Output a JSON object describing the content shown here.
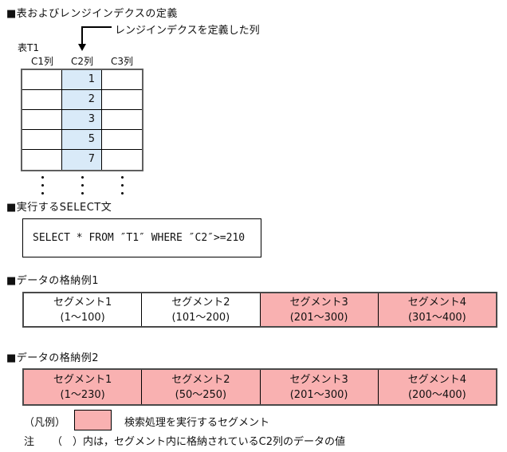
{
  "colors": {
    "highlight_blue": "#d9eaf8",
    "highlight_pink": "#f9b1b1",
    "border_dark": "#000000",
    "border_gray": "#5f5f5f"
  },
  "icons": {
    "range_index_arrow": "down-arrow",
    "column_ellipsis": "vertical-ellipsis"
  },
  "definition_section": {
    "heading": "■表およびレンジインデクスの定義",
    "arrow_label": "レンジインデクスを定義した列",
    "table_title": "表T1",
    "column_headers": [
      "C1列",
      "C2列",
      "C3列"
    ],
    "c2_values": [
      "1",
      "2",
      "3",
      "5",
      "7"
    ]
  },
  "select_section": {
    "heading": "■実行するSELECT文",
    "sql": "SELECT * FROM ″T1″ WHERE ″C2″>=210"
  },
  "storage_example_1": {
    "heading": "■データの格納例1",
    "segments": [
      {
        "name": "セグメント1",
        "range": "(1～100)",
        "highlighted": false
      },
      {
        "name": "セグメント2",
        "range": "(101～200)",
        "highlighted": false
      },
      {
        "name": "セグメント3",
        "range": "(201～300)",
        "highlighted": true
      },
      {
        "name": "セグメント4",
        "range": "(301～400)",
        "highlighted": true
      }
    ]
  },
  "storage_example_2": {
    "heading": "■データの格納例2",
    "segments": [
      {
        "name": "セグメント1",
        "range": "(1～230)",
        "highlighted": true
      },
      {
        "name": "セグメント2",
        "range": "(50～250)",
        "highlighted": true
      },
      {
        "name": "セグメント3",
        "range": "(201～300)",
        "highlighted": true
      },
      {
        "name": "セグメント4",
        "range": "(200～400)",
        "highlighted": true
      }
    ]
  },
  "legend": {
    "label": "（凡例）",
    "description": "検索処理を実行するセグメント"
  },
  "note": {
    "prefix": "注",
    "text": "（　）内は，セグメント内に格納されているC2列のデータの値"
  }
}
